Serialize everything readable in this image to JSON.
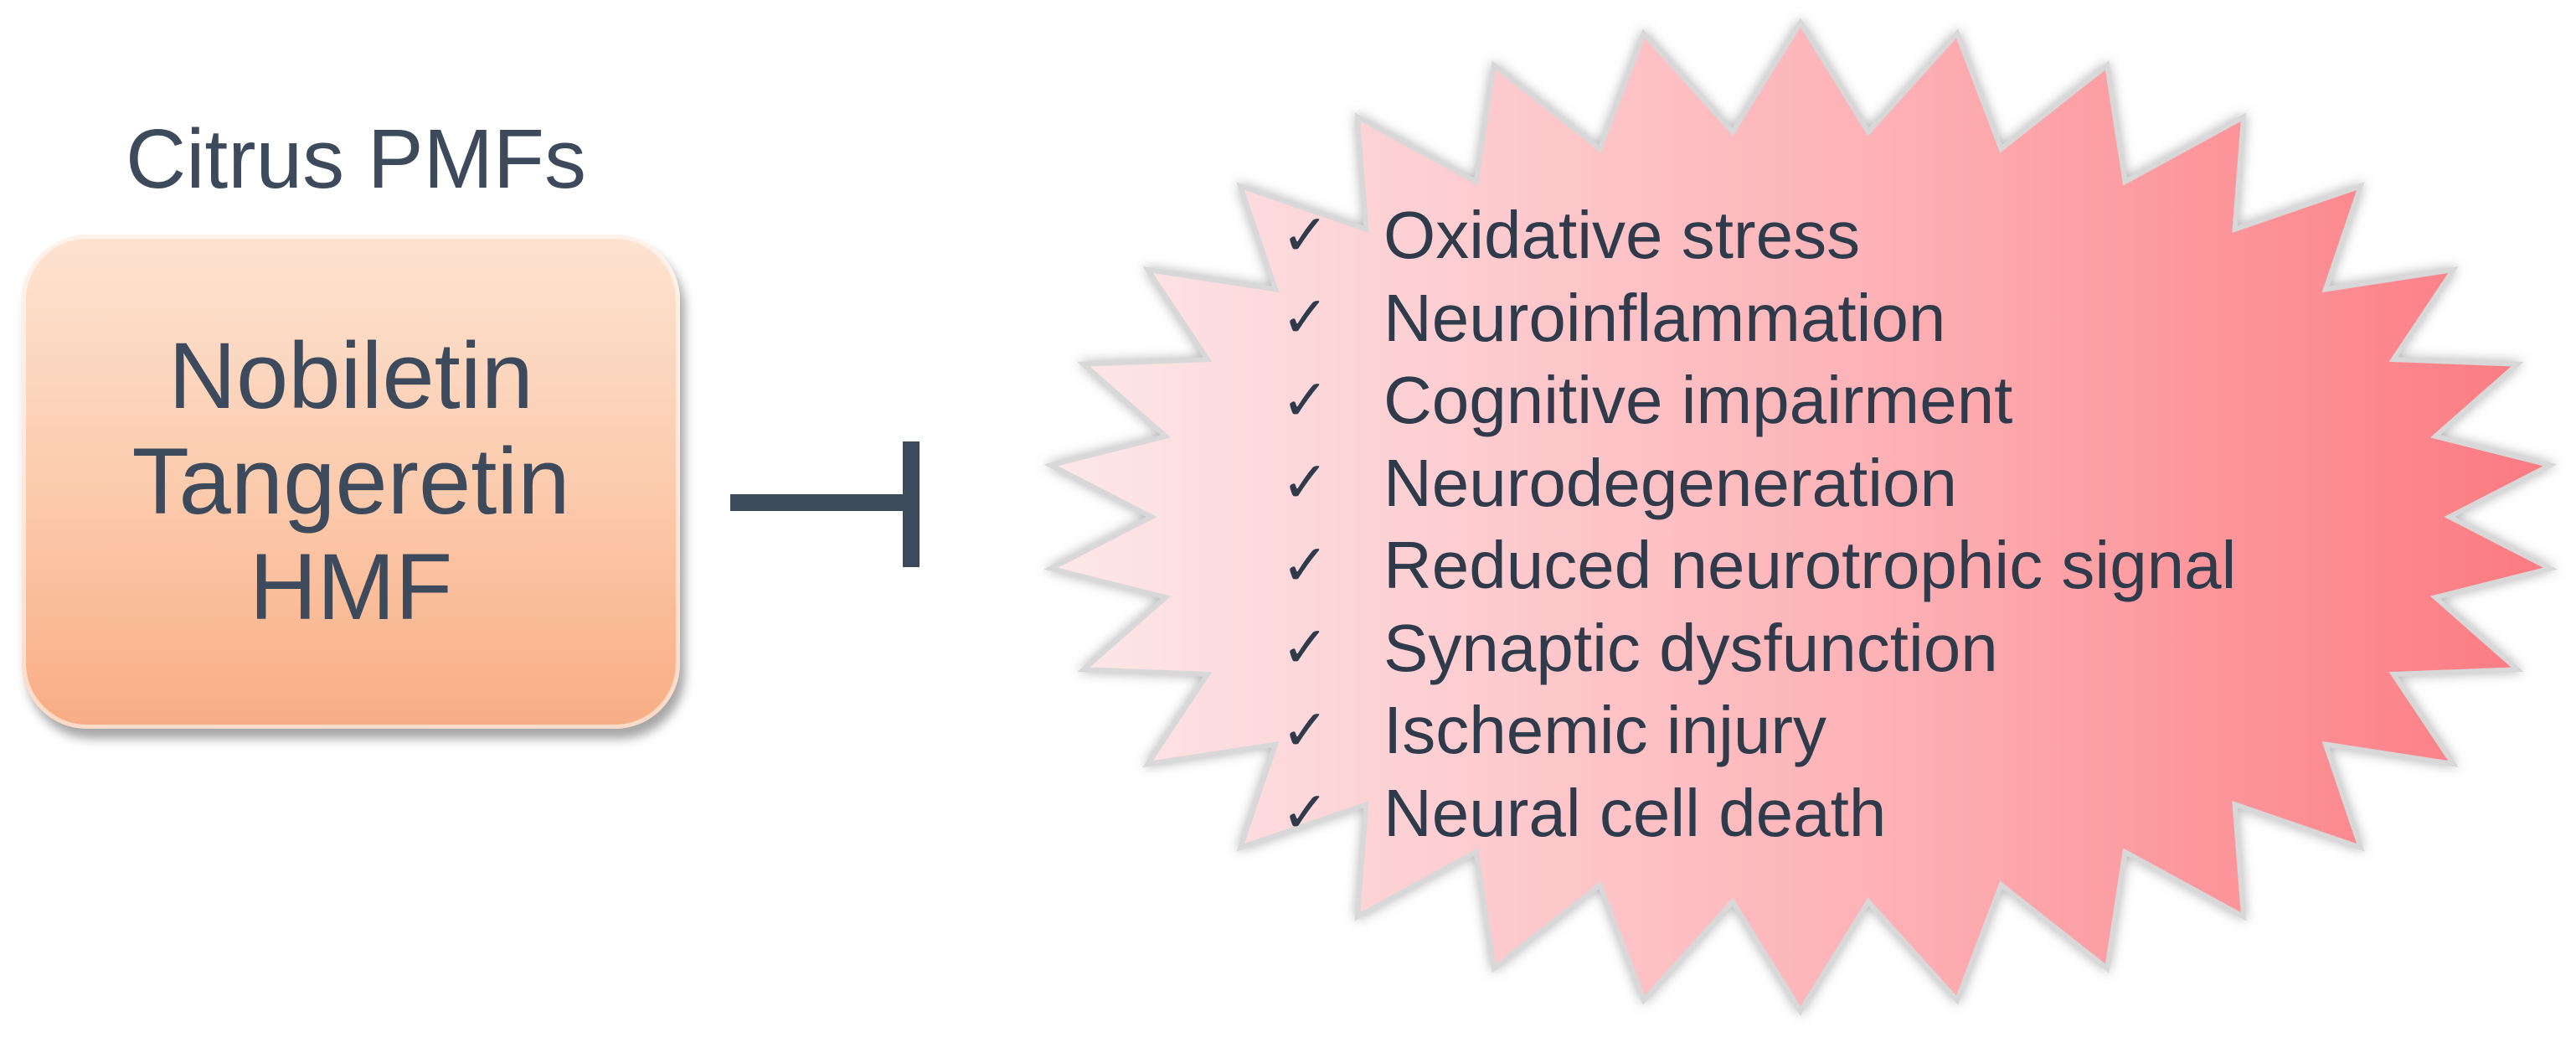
{
  "group_label": "Citrus PMFs",
  "compounds": [
    "Nobiletin",
    "Tangeretin",
    "HMF"
  ],
  "effects": [
    "Oxidative stress",
    "Neuroinflammation",
    "Cognitive impairment",
    "Neurodegeneration",
    "Reduced neurotrophic signal",
    "Synaptic dysfunction",
    "Ischemic injury",
    "Neural cell death"
  ],
  "check_icon": "checkmark-icon",
  "colors": {
    "text": "#3d4a5c",
    "box_top": "#fde3d2",
    "box_bottom": "#f8ad84",
    "burst_light": "#fde8ea",
    "burst_dark": "#fb7a80",
    "inhibition_line": "#3d4a5c"
  }
}
